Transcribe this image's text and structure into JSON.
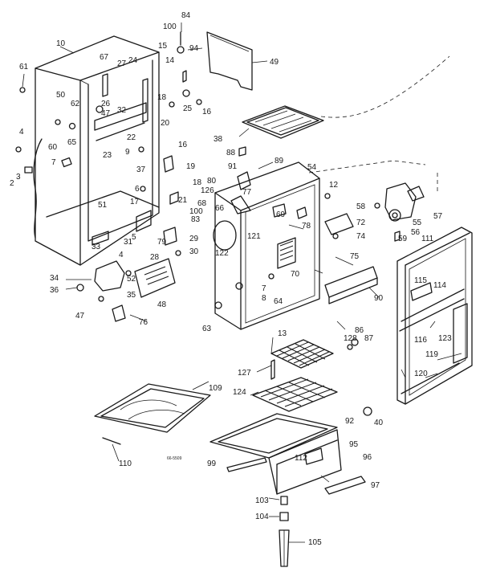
{
  "diagram_ref": "66-5509",
  "callouts": [
    "84",
    "100",
    "94",
    "10",
    "15",
    "61",
    "67",
    "27",
    "24",
    "14",
    "49",
    "50",
    "62",
    "26",
    "47",
    "32",
    "18",
    "25",
    "16",
    "4",
    "60",
    "65",
    "23",
    "22",
    "20",
    "38",
    "9",
    "16",
    "88",
    "89",
    "7",
    "37",
    "91",
    "19",
    "3",
    "2",
    "80",
    "18",
    "126",
    "54",
    "12",
    "17",
    "68",
    "100",
    "83",
    "77",
    "66",
    "69",
    "78",
    "72",
    "74",
    "58",
    "55",
    "56",
    "57",
    "59",
    "111",
    "51",
    "33",
    "31",
    "79",
    "29",
    "28",
    "30",
    "121",
    "122",
    "75",
    "70",
    "115",
    "114",
    "34",
    "36",
    "52",
    "35",
    "48",
    "7",
    "8",
    "64",
    "90",
    "47",
    "76",
    "63",
    "13",
    "86",
    "87",
    "123",
    "116",
    "128",
    "119",
    "127",
    "120",
    "124",
    "109",
    "40",
    "92",
    "95",
    "96",
    "112",
    "110",
    "99",
    "97",
    "103",
    "104",
    "105",
    "21",
    "5",
    "6",
    "4"
  ]
}
